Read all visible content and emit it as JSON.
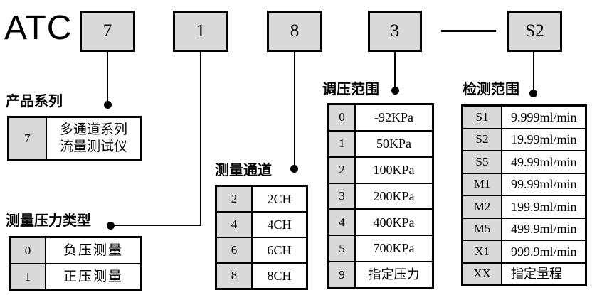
{
  "code": {
    "prefix": "ATC",
    "segments": [
      {
        "label": "7"
      },
      {
        "label": "1"
      },
      {
        "label": "8"
      },
      {
        "label": "3"
      },
      {
        "label": "S2"
      }
    ],
    "separator": "—"
  },
  "tables": [
    {
      "title": "产品系列",
      "rows": [
        {
          "key": "7",
          "value": "多通道系列\n流量测试仪"
        }
      ]
    },
    {
      "title": "测量压力类型",
      "rows": [
        {
          "key": "0",
          "value": "负压测量"
        },
        {
          "key": "1",
          "value": "正压测量"
        }
      ]
    },
    {
      "title": "测量通道",
      "rows": [
        {
          "key": "2",
          "value": "2CH"
        },
        {
          "key": "4",
          "value": "4CH"
        },
        {
          "key": "6",
          "value": "6CH"
        },
        {
          "key": "8",
          "value": "8CH"
        }
      ]
    },
    {
      "title": "调压范围",
      "rows": [
        {
          "key": "0",
          "value": "-92KPa"
        },
        {
          "key": "1",
          "value": "50KPa"
        },
        {
          "key": "2",
          "value": "100KPa"
        },
        {
          "key": "3",
          "value": "200KPa"
        },
        {
          "key": "4",
          "value": "400KPa"
        },
        {
          "key": "5",
          "value": "700KPa"
        },
        {
          "key": "9",
          "value": "指定压力"
        }
      ]
    },
    {
      "title": "检测范围",
      "rows": [
        {
          "key": "S1",
          "value": "9.999ml/min"
        },
        {
          "key": "S2",
          "value": "19.99ml/min"
        },
        {
          "key": "S5",
          "value": "49.99ml/min"
        },
        {
          "key": "M1",
          "value": "99.99ml/min"
        },
        {
          "key": "M2",
          "value": "199.9ml/min"
        },
        {
          "key": "M5",
          "value": "499.9ml/min"
        },
        {
          "key": "X1",
          "value": "999.9ml/min"
        },
        {
          "key": "XX",
          "value": "指定量程"
        }
      ]
    }
  ],
  "colors": {
    "box_fill": "#d9d9d9",
    "border": "#000000",
    "background": "#ffffff"
  }
}
